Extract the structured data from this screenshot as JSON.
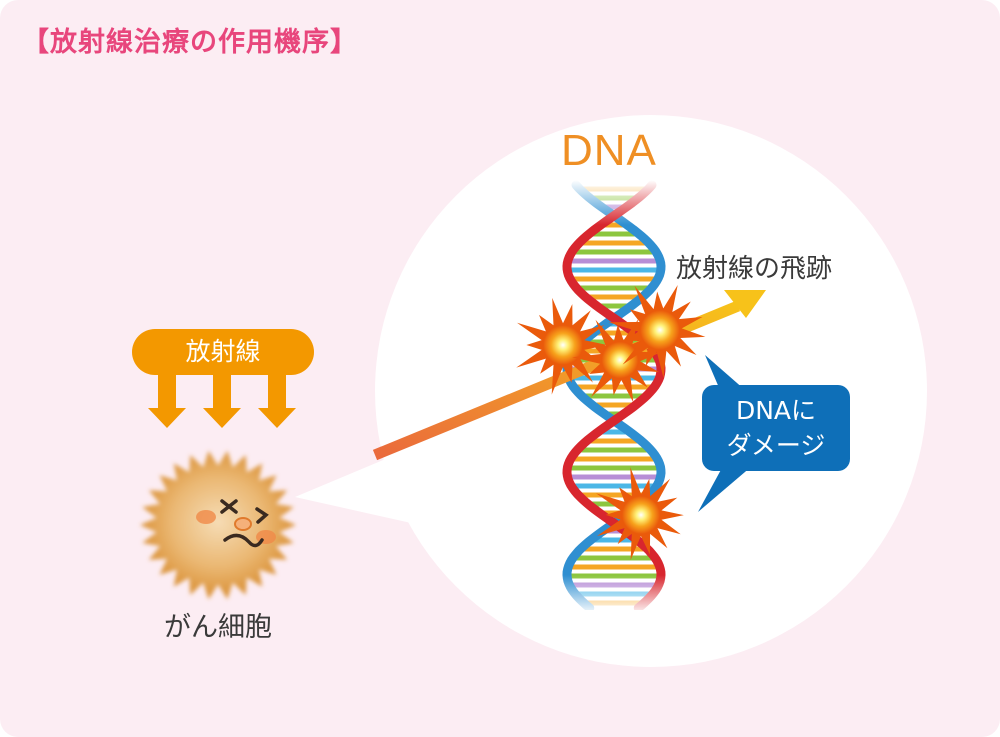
{
  "title": "【放射線治療の作用機序】",
  "labels": {
    "dna": "DNA",
    "radiation_track": "放射線の飛跡",
    "radiation": "放射線",
    "dna_damage_line1": "DNAに",
    "dna_damage_line2": "ダメージ",
    "cancer_cell": "がん細胞"
  },
  "colors": {
    "background": "#fcedf3",
    "title": "#e8467c",
    "dna_label": "#ef8f24",
    "radiation_box": "#f39800",
    "damage_callout": "#0e6fb8",
    "cell": "#e39a3e",
    "strand_red": "#d8262e",
    "strand_blue": "#2f8fd1"
  }
}
